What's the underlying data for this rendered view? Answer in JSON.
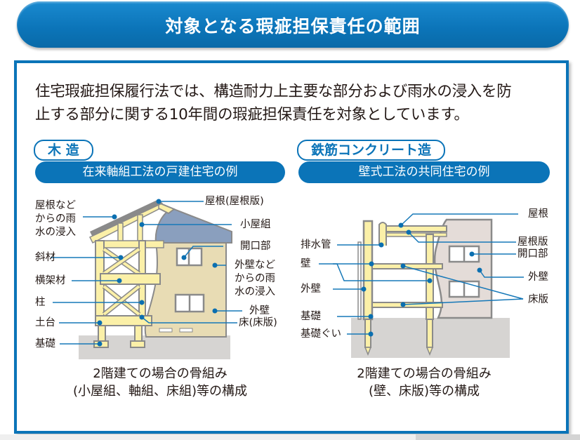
{
  "header": {
    "title": "対象となる瑕疵担保責任の範囲"
  },
  "intro": {
    "line1": "住宅瑕疵担保履行法では、構造耐力上主要な部分および雨水の浸入を防",
    "line2": "止する部分に関する10年間の瑕疵担保責任を対象としています。"
  },
  "wood": {
    "badge": "木 造",
    "subtitle": "在来軸組工法の戸建住宅の例",
    "labels_left": {
      "roof_rain": [
        "屋根など",
        "からの雨",
        "水の浸入"
      ],
      "diagonal": "斜材",
      "cross_beam": "横架材",
      "column": "柱",
      "sill": "土台",
      "foundation": "基礎"
    },
    "labels_right": {
      "roof": "屋根(屋根版)",
      "roof_frame": "小屋組",
      "opening": "開口部",
      "wall_rain": [
        "外壁など",
        "からの雨",
        "水の浸入"
      ],
      "exterior_wall": "外壁",
      "floor": "床(床版)"
    },
    "caption": [
      "2階建ての場合の骨組み",
      "(小屋組、軸組、床組)等の構成"
    ]
  },
  "rc": {
    "badge": "鉄筋コンクリート造",
    "subtitle": "壁式工法の共同住宅の例",
    "labels_left": {
      "drain_pipe": "排水管",
      "wall": "壁",
      "exterior_wall": "外壁",
      "foundation": "基礎",
      "pile": "基礎ぐい"
    },
    "labels_right": {
      "roof": "屋根",
      "roof_slab": "屋根版",
      "opening": "開口部",
      "exterior_wall": "外壁",
      "floor_slab": "床版"
    },
    "caption": [
      "2階建ての場合の骨組み",
      "(壁、床版)等の構成"
    ]
  },
  "colors": {
    "brand_blue": "#0b74b8",
    "frame_yellow": "#fbf0a8",
    "frame_gray": "#8a8a8a",
    "wall_beige": "#e8dcb4",
    "roof_blue": "#8a9fbe",
    "ground_gray": "#d6d4d2",
    "rc_wall": "#e4dcd8",
    "leader_blue": "#1678b8"
  }
}
